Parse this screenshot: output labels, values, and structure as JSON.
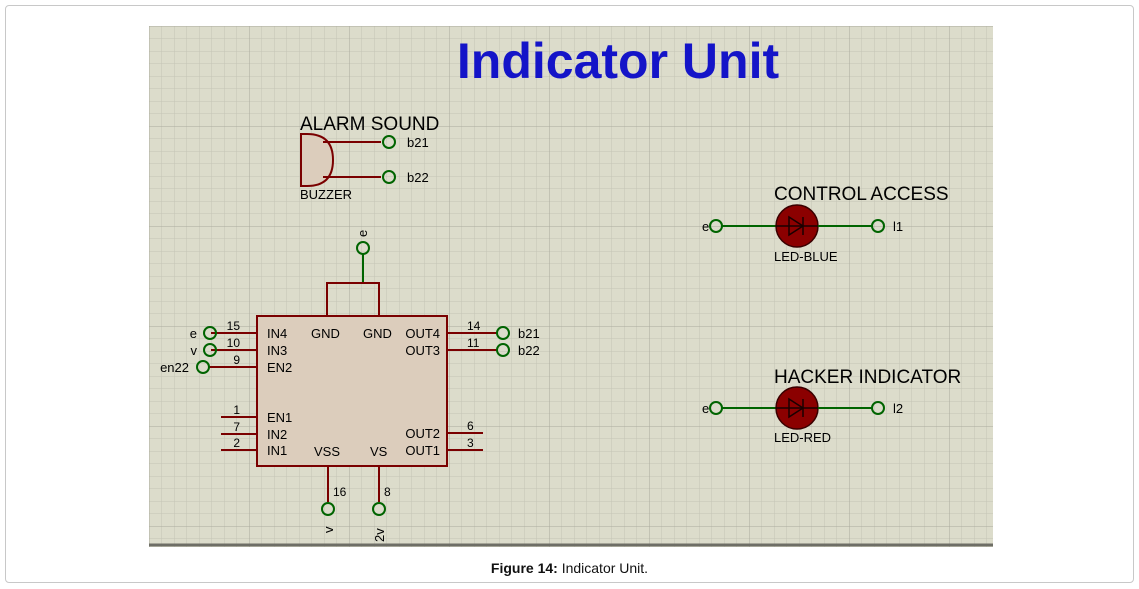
{
  "title": "Indicator Unit",
  "caption": {
    "label": "Figure 14:",
    "text": "Indicator Unit."
  },
  "buzzer": {
    "heading": "ALARM SOUND",
    "part": "BUZZER",
    "nets": [
      "b21",
      "b22"
    ]
  },
  "driver": {
    "left_pins": [
      {
        "net": "e",
        "num": "15",
        "name": "IN4"
      },
      {
        "net": "v",
        "num": "10",
        "name": "IN3"
      },
      {
        "net": "en22",
        "num": "9",
        "name": "EN2"
      },
      {
        "net": "",
        "num": "1",
        "name": "EN1"
      },
      {
        "net": "",
        "num": "7",
        "name": "IN2"
      },
      {
        "net": "",
        "num": "2",
        "name": "IN1"
      }
    ],
    "right_pins": [
      {
        "net": "b21",
        "num": "14",
        "name": "OUT4"
      },
      {
        "net": "b22",
        "num": "11",
        "name": "OUT3"
      },
      {
        "net": "",
        "num": "6",
        "name": "OUT2"
      },
      {
        "net": "",
        "num": "3",
        "name": "OUT1"
      }
    ],
    "top_labels": [
      "GND",
      "GND"
    ],
    "top_net": "e",
    "bottom_pins": [
      {
        "name": "VSS",
        "num": "16",
        "net": "v"
      },
      {
        "name": "VS",
        "num": "8",
        "net": "2v"
      }
    ]
  },
  "leds": [
    {
      "heading": "CONTROL ACCESS",
      "part": "LED-BLUE",
      "in_net": "e",
      "out_net": "l1"
    },
    {
      "heading": "HACKER INDICATOR",
      "part": "LED-RED",
      "in_net": "e",
      "out_net": "l2"
    }
  ],
  "colors": {
    "grid_bg": "#dcdccb",
    "grid_line": "#c4c4b6",
    "grid_major": "#b3b3a6",
    "wire": "#7a0000",
    "net_wire": "#006400",
    "title": "#1414c8",
    "chip_fill": "#dccdbc",
    "led_fill": "#8b0000"
  }
}
